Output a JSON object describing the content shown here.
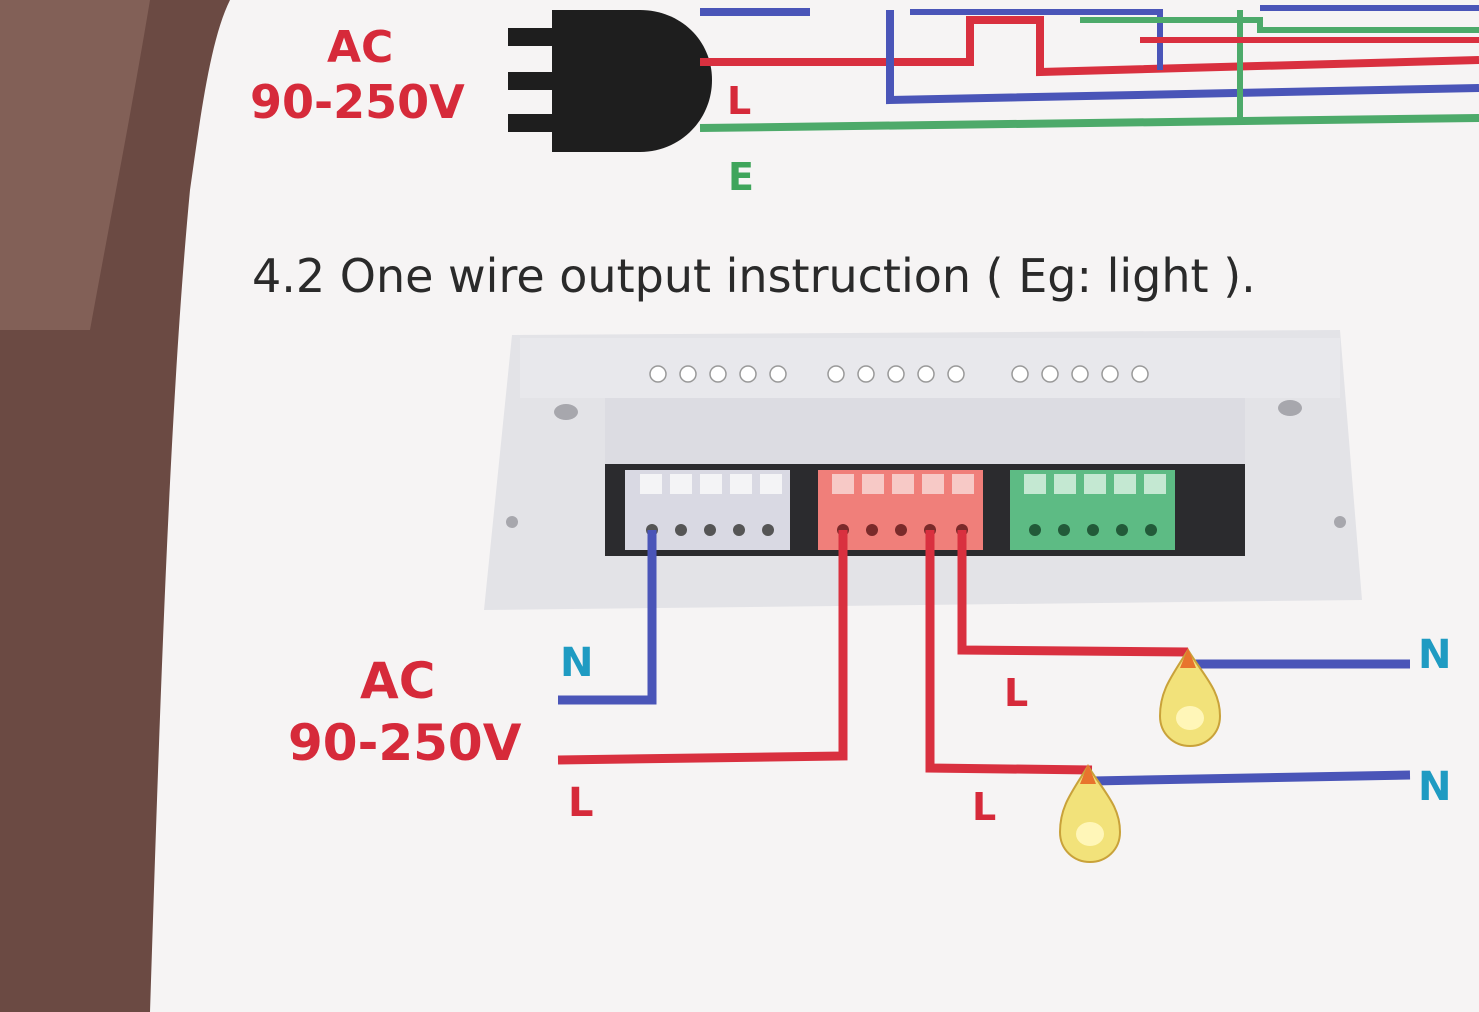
{
  "top_section": {
    "ac_label": "AC",
    "voltage_label": "90-250V",
    "live_label": "L",
    "earth_label": "E"
  },
  "section_title": "4.2 One wire  output instruction ( Eg: light ).",
  "wiring": {
    "ac_label": "AC",
    "voltage_label": "90-250V",
    "neutral_input_label": "N",
    "live_input_label": "L",
    "lamp_1": {
      "live_label": "L",
      "neutral_label": "N"
    },
    "lamp_2": {
      "live_label": "L",
      "neutral_label": "N"
    }
  },
  "colors": {
    "live_wire": "#d9303f",
    "neutral_wire": "#4a55b8",
    "earth_wire": "#4daa6a",
    "terminal_white": "#d9d9e3",
    "terminal_red": "#f07f7a",
    "terminal_green": "#5dbb84"
  },
  "icons": [
    "plug-icon",
    "terminal-block-white",
    "terminal-block-red",
    "terminal-block-green",
    "bulb-icon"
  ]
}
